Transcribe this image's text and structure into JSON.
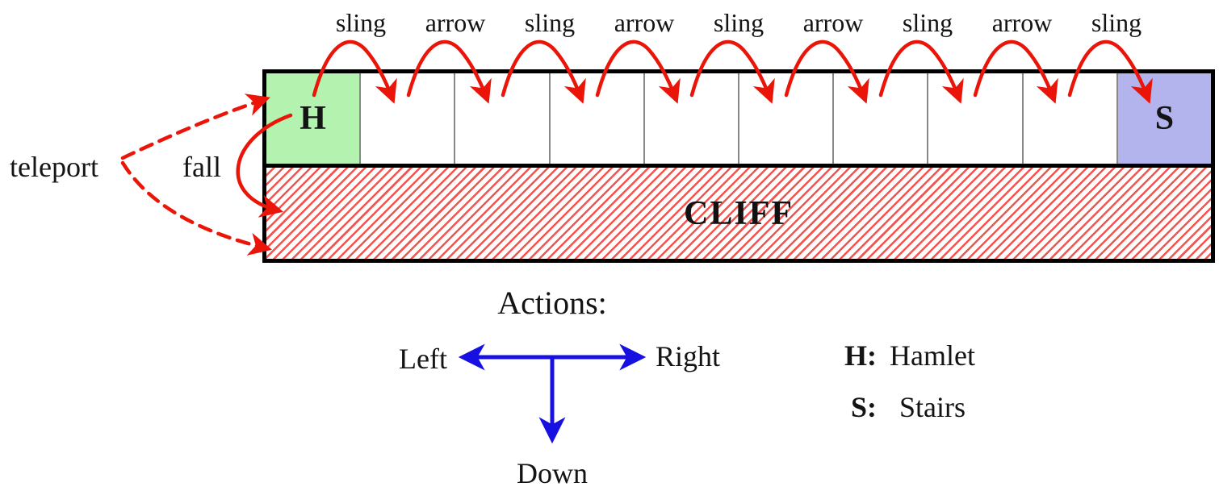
{
  "diagram": {
    "jump_labels": [
      "sling",
      "arrow",
      "sling",
      "arrow",
      "sling",
      "arrow",
      "sling",
      "arrow",
      "sling"
    ],
    "grid": {
      "cell_count": 10,
      "start_label": "H",
      "goal_label": "S"
    },
    "cliff_label": "CLIFF",
    "teleport_label": "teleport",
    "fall_label": "fall"
  },
  "actions": {
    "title": "Actions:",
    "left_label": "Left",
    "right_label": "Right",
    "down_label": "Down"
  },
  "legend": {
    "items": [
      {
        "key": "H:",
        "name": "Hamlet"
      },
      {
        "key": "S:",
        "name": "Stairs"
      }
    ]
  },
  "colors": {
    "red": "#ea1508",
    "blue": "#1610e0",
    "green_cell": "#b4f2b0",
    "blue_cell": "#b3b3ed",
    "hatch_red": "#f4534e",
    "divider_gray": "#888888",
    "ink": "#141414"
  }
}
